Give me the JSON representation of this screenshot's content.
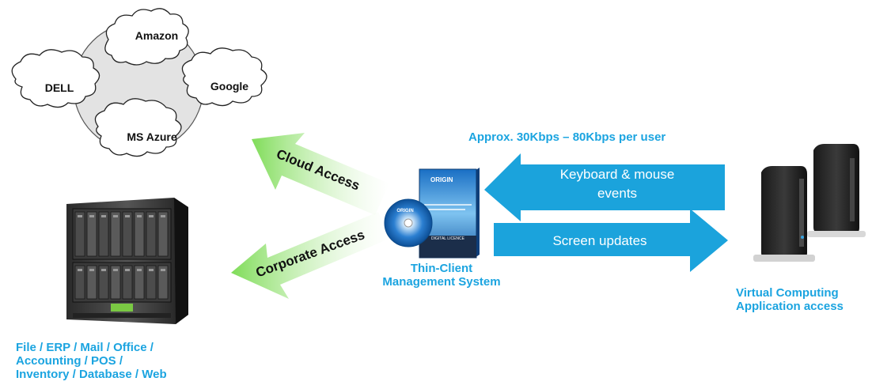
{
  "clouds": {
    "amazon": "Amazon",
    "dell": "DELL",
    "google": "Google",
    "azure": "MS Azure"
  },
  "arrows": {
    "cloud_access": "Cloud Access",
    "corporate_access": "Corporate Access",
    "keyboard_line1": "Keyboard & mouse",
    "keyboard_line2": "events",
    "screen_updates": "Screen updates"
  },
  "bandwidth": "Approx. 30Kbps – 80Kbps per user",
  "tcms": {
    "line1": "Thin-Client",
    "line2": "Management System",
    "box_brand": "ORIGIN",
    "box_license": "DIGITAL LICENCE",
    "cd_brand": "ORIGIN"
  },
  "thin_client": {
    "line1": "Virtual Computing",
    "line2": "Application access"
  },
  "server": {
    "line1": "File / ERP / Mail / Office /",
    "line2": "Accounting / POS /",
    "line3": "Inventory / Database / Web"
  },
  "colors": {
    "label_blue": "#1ba4e0",
    "arrow_blue": "#1ba3dc",
    "arrow_green": "#8ee36a"
  }
}
